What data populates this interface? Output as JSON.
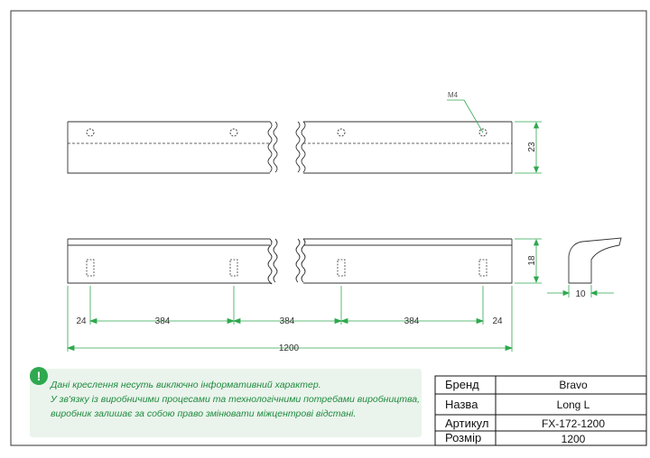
{
  "drawing": {
    "thread_label": "M4",
    "height_top_view": "23",
    "height_side_view": "18",
    "profile_width": "10",
    "dim_edge_left": "24",
    "dim_pitch_1": "384",
    "dim_pitch_2": "384",
    "dim_pitch_3": "384",
    "dim_edge_right": "24",
    "dim_total": "1200"
  },
  "note": {
    "icon": "exclamation-icon",
    "line1": "Дані креслення несуть виключно інформативний характер.",
    "line2": "У зв'язку із виробничими процесами та технологічними потребами виробництва,",
    "line3": "виробник залишає за собою право змінювати міжцентрові відстані."
  },
  "title_block": {
    "brand_label": "Бренд",
    "brand_value": "Bravo",
    "name_label": "Назва",
    "name_value": "Long L",
    "article_label": "Артикул",
    "article_value": "FX-172-1200",
    "size_label": "Розмір",
    "size_value": "1200"
  },
  "colors": {
    "dimension": "#2fa84f",
    "outline": "#333333",
    "note_bg": "#eaf4ec"
  }
}
